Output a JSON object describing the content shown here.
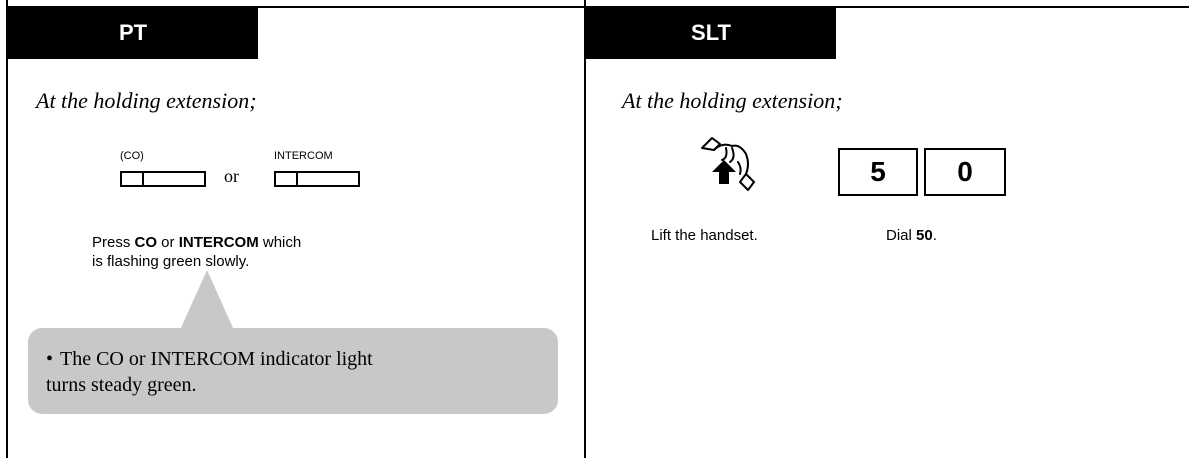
{
  "pt": {
    "tab_label": "PT",
    "heading": "At the holding extension;",
    "co_label": "(CO)",
    "intercom_label": "INTERCOM",
    "or_text": "or",
    "instruction": {
      "prefix": "Press ",
      "co": "CO",
      "mid": " or ",
      "intercom": "INTERCOM",
      "suffix": " which",
      "line2": "is flashing green slowly."
    },
    "note": {
      "bullet": "•",
      "line1": "The CO or INTERCOM indicator light",
      "line2": "turns steady green."
    }
  },
  "slt": {
    "tab_label": "SLT",
    "heading": "At the holding extension;",
    "dial_keys": [
      "5",
      "0"
    ],
    "lift_caption": "Lift the handset.",
    "dial_caption": {
      "prefix": "Dial ",
      "code": "50",
      "suffix": "."
    }
  },
  "colors": {
    "tab_background": "#000000",
    "note_background": "#c8c8c8"
  },
  "icons": [
    "handset-lift-icon"
  ]
}
